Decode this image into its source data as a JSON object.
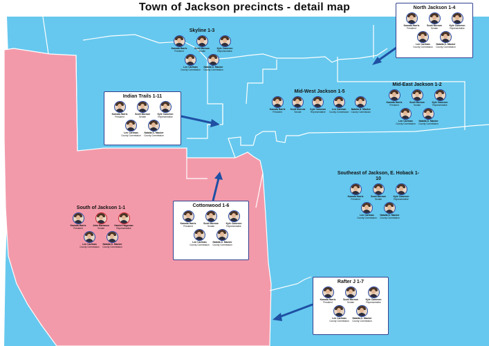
{
  "title": "Town of Jackson precincts - detail map",
  "colors": {
    "republican_area": "#f39aaa",
    "democratic_area": "#66c8ee",
    "arrow": "#1e4fa3",
    "democrat_border": "#2a4ca8",
    "republican_border": "#c8262f"
  },
  "precincts": [
    {
      "id": "skyline",
      "name": "Skyline 1-3",
      "boxed": false,
      "rows": [
        [
          {
            "name": "Kamala Harris",
            "role": "President",
            "party": "D"
          },
          {
            "name": "Scott Morrow",
            "role": "Senate",
            "party": "D"
          },
          {
            "name": "Kyle Cameron",
            "role": "Representative",
            "party": "D"
          }
        ],
        [
          {
            "name": "Len Carlman",
            "role": "County Commission",
            "party": "D"
          },
          {
            "name": "Natalia D. Macker",
            "role": "County Commission",
            "party": "D"
          }
        ]
      ]
    },
    {
      "id": "north-jackson",
      "name": "North Jackson 1-4",
      "boxed": true,
      "rows": [
        [
          {
            "name": "Kamala Harris",
            "role": "President",
            "party": "D"
          },
          {
            "name": "Scott Morrow",
            "role": "Senate",
            "party": "D"
          },
          {
            "name": "Kyle Cameron",
            "role": "Representative",
            "party": "D"
          }
        ],
        [
          {
            "name": "Len Carlman",
            "role": "County Commission",
            "party": "D"
          },
          {
            "name": "Natalia D. Macker",
            "role": "County Commission",
            "party": "D"
          }
        ]
      ]
    },
    {
      "id": "indian-trails",
      "name": "Indian Trails 1-11",
      "boxed": true,
      "rows": [
        [
          {
            "name": "Kamala Harris",
            "role": "President",
            "party": "D"
          },
          {
            "name": "Scott Morrow",
            "role": "Senate",
            "party": "D"
          },
          {
            "name": "Kyle Cameron",
            "role": "Representative",
            "party": "D"
          }
        ],
        [
          {
            "name": "Len Carlman",
            "role": "County Commission",
            "party": "D"
          },
          {
            "name": "Natalia D. Macker",
            "role": "County Commission",
            "party": "D"
          }
        ]
      ]
    },
    {
      "id": "mid-west-jackson",
      "name": "Mid-West Jackson 1-5",
      "boxed": false,
      "rows": [
        [
          {
            "name": "Kamala Harris",
            "role": "President",
            "party": "D"
          },
          {
            "name": "Scott Morrow",
            "role": "Senate",
            "party": "D"
          },
          {
            "name": "Kyle Cameron",
            "role": "Representative",
            "party": "D"
          },
          {
            "name": "Len Carlman",
            "role": "County Commission",
            "party": "D"
          },
          {
            "name": "Natalia D. Macker",
            "role": "County Commission",
            "party": "D"
          }
        ]
      ]
    },
    {
      "id": "mid-east-jackson",
      "name": "Mid-East Jackson 1-2",
      "boxed": false,
      "rows": [
        [
          {
            "name": "Kamala Harris",
            "role": "President",
            "party": "D"
          },
          {
            "name": "Scott Morrow",
            "role": "Senate",
            "party": "D"
          },
          {
            "name": "Kyle Cameron",
            "role": "Representative",
            "party": "D"
          }
        ],
        [
          {
            "name": "Len Carlman",
            "role": "County Commission",
            "party": "D"
          },
          {
            "name": "Natalia D. Macker",
            "role": "County Commission",
            "party": "D"
          }
        ]
      ]
    },
    {
      "id": "southeast-jackson",
      "name": "Southeast of Jackson, E. Hoback 1-10",
      "boxed": false,
      "rows": [
        [
          {
            "name": "Kamala Harris",
            "role": "President",
            "party": "D"
          },
          {
            "name": "Scott Morrow",
            "role": "Senate",
            "party": "D"
          },
          {
            "name": "Kyle Cameron",
            "role": "Representative",
            "party": "D"
          }
        ],
        [
          {
            "name": "Len Carlman",
            "role": "County Commission",
            "party": "D"
          },
          {
            "name": "Natalia D. Macker",
            "role": "County Commission",
            "party": "D"
          }
        ]
      ]
    },
    {
      "id": "south-jackson",
      "name": "South of Jackson 1-1",
      "boxed": false,
      "rows": [
        [
          {
            "name": "Kamala Harris",
            "role": "President",
            "party": "D"
          },
          {
            "name": "John Barrasso",
            "role": "Senate",
            "party": "R"
          },
          {
            "name": "Harriet Hageman",
            "role": "Representative",
            "party": "R"
          }
        ],
        [
          {
            "name": "Len Carlman",
            "role": "County Commission",
            "party": "D"
          },
          {
            "name": "Natalia D. Macker",
            "role": "County Commission",
            "party": "D"
          }
        ]
      ]
    },
    {
      "id": "cottonwood",
      "name": "Cottonwood 1-6",
      "boxed": true,
      "rows": [
        [
          {
            "name": "Kamala Harris",
            "role": "President",
            "party": "D"
          },
          {
            "name": "Scott Morrow",
            "role": "Senate",
            "party": "D"
          },
          {
            "name": "Kyle Cameron",
            "role": "Representative",
            "party": "D"
          }
        ],
        [
          {
            "name": "Len Carlman",
            "role": "County Commission",
            "party": "D"
          },
          {
            "name": "Natalia D. Macker",
            "role": "County Commission",
            "party": "D"
          }
        ]
      ]
    },
    {
      "id": "rafter-j",
      "name": "Rafter J 1-7",
      "boxed": true,
      "rows": [
        [
          {
            "name": "Kamala Harris",
            "role": "President",
            "party": "D"
          },
          {
            "name": "Scott Morrow",
            "role": "Senate",
            "party": "D"
          },
          {
            "name": "Kyle Cameron",
            "role": "Representative",
            "party": "D"
          }
        ],
        [
          {
            "name": "Len Carlman",
            "role": "County Commission",
            "party": "D"
          },
          {
            "name": "Natalia D. Macker",
            "role": "County Commission",
            "party": "D"
          }
        ]
      ]
    }
  ]
}
